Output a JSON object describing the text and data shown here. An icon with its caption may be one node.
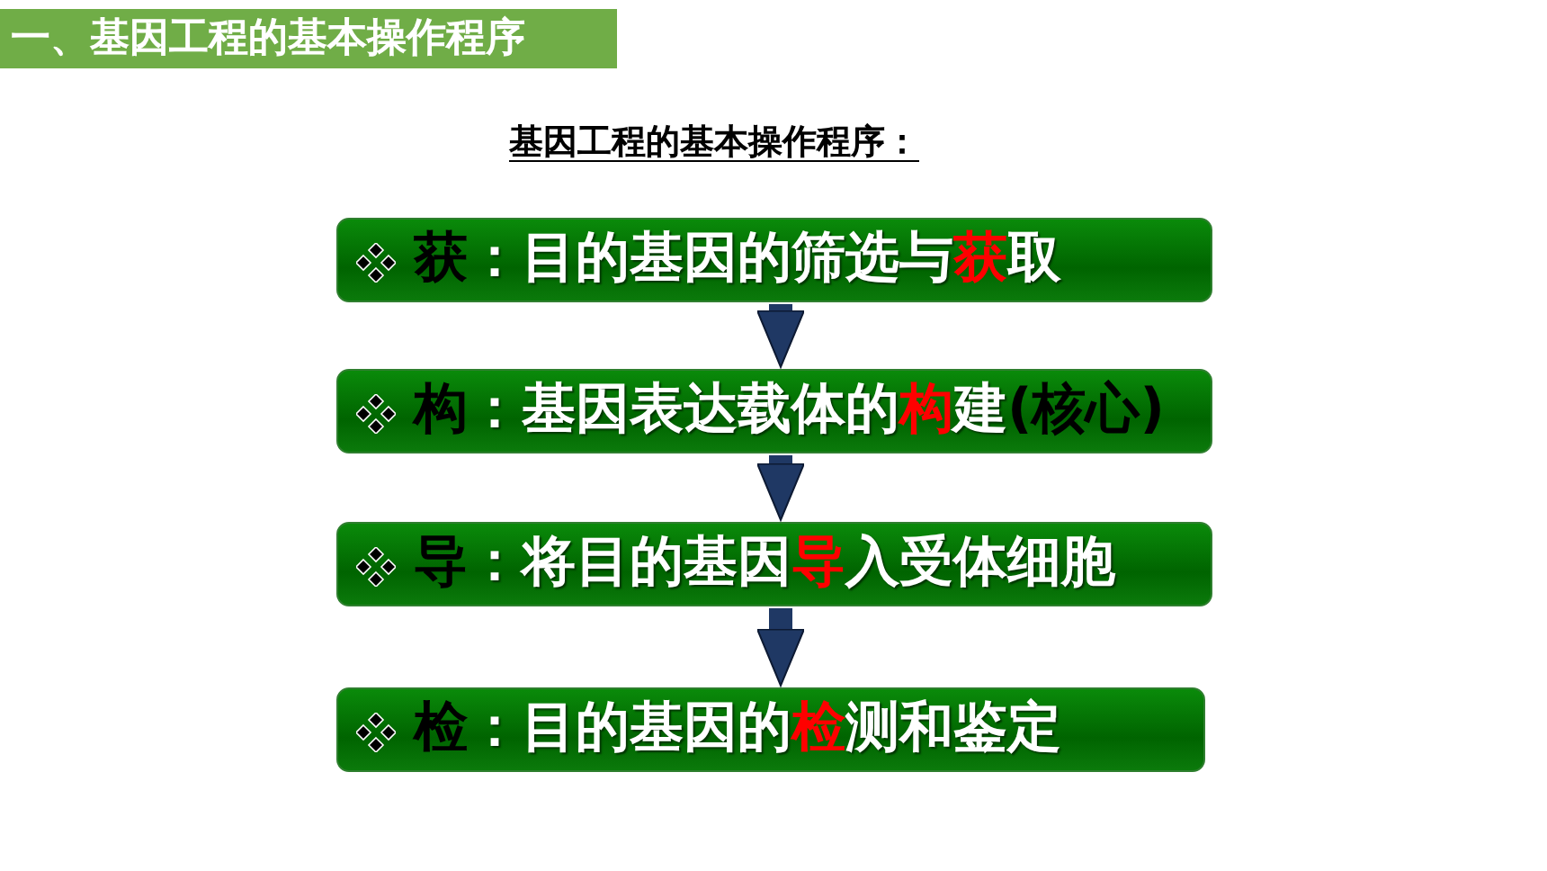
{
  "diagram": {
    "title": "一、基因工程的基本操作程序",
    "nodes": [
      {
        "text": [
          "获",
          "：目的基因的筛选与",
          "获",
          "取"
        ]
      },
      {
        "text": [
          "构",
          "：基因表达载体的",
          "构",
          "建",
          "(核心)"
        ]
      },
      {
        "text": [
          "导",
          "：将目的基因",
          "导",
          "入受体细胞"
        ]
      },
      {
        "text": [
          "检",
          "：目的基因的",
          "检",
          "测和鉴定"
        ]
      }
    ],
    "edges": [
      {
        "from": 0,
        "to": 1,
        "arrow": "to"
      },
      {
        "from": 1,
        "to": 2,
        "arrow": "to"
      },
      {
        "from": 2,
        "to": 3,
        "arrow": "to"
      }
    ],
    "labels": [
      "基因工程的基本操作程序："
    ]
  }
}
